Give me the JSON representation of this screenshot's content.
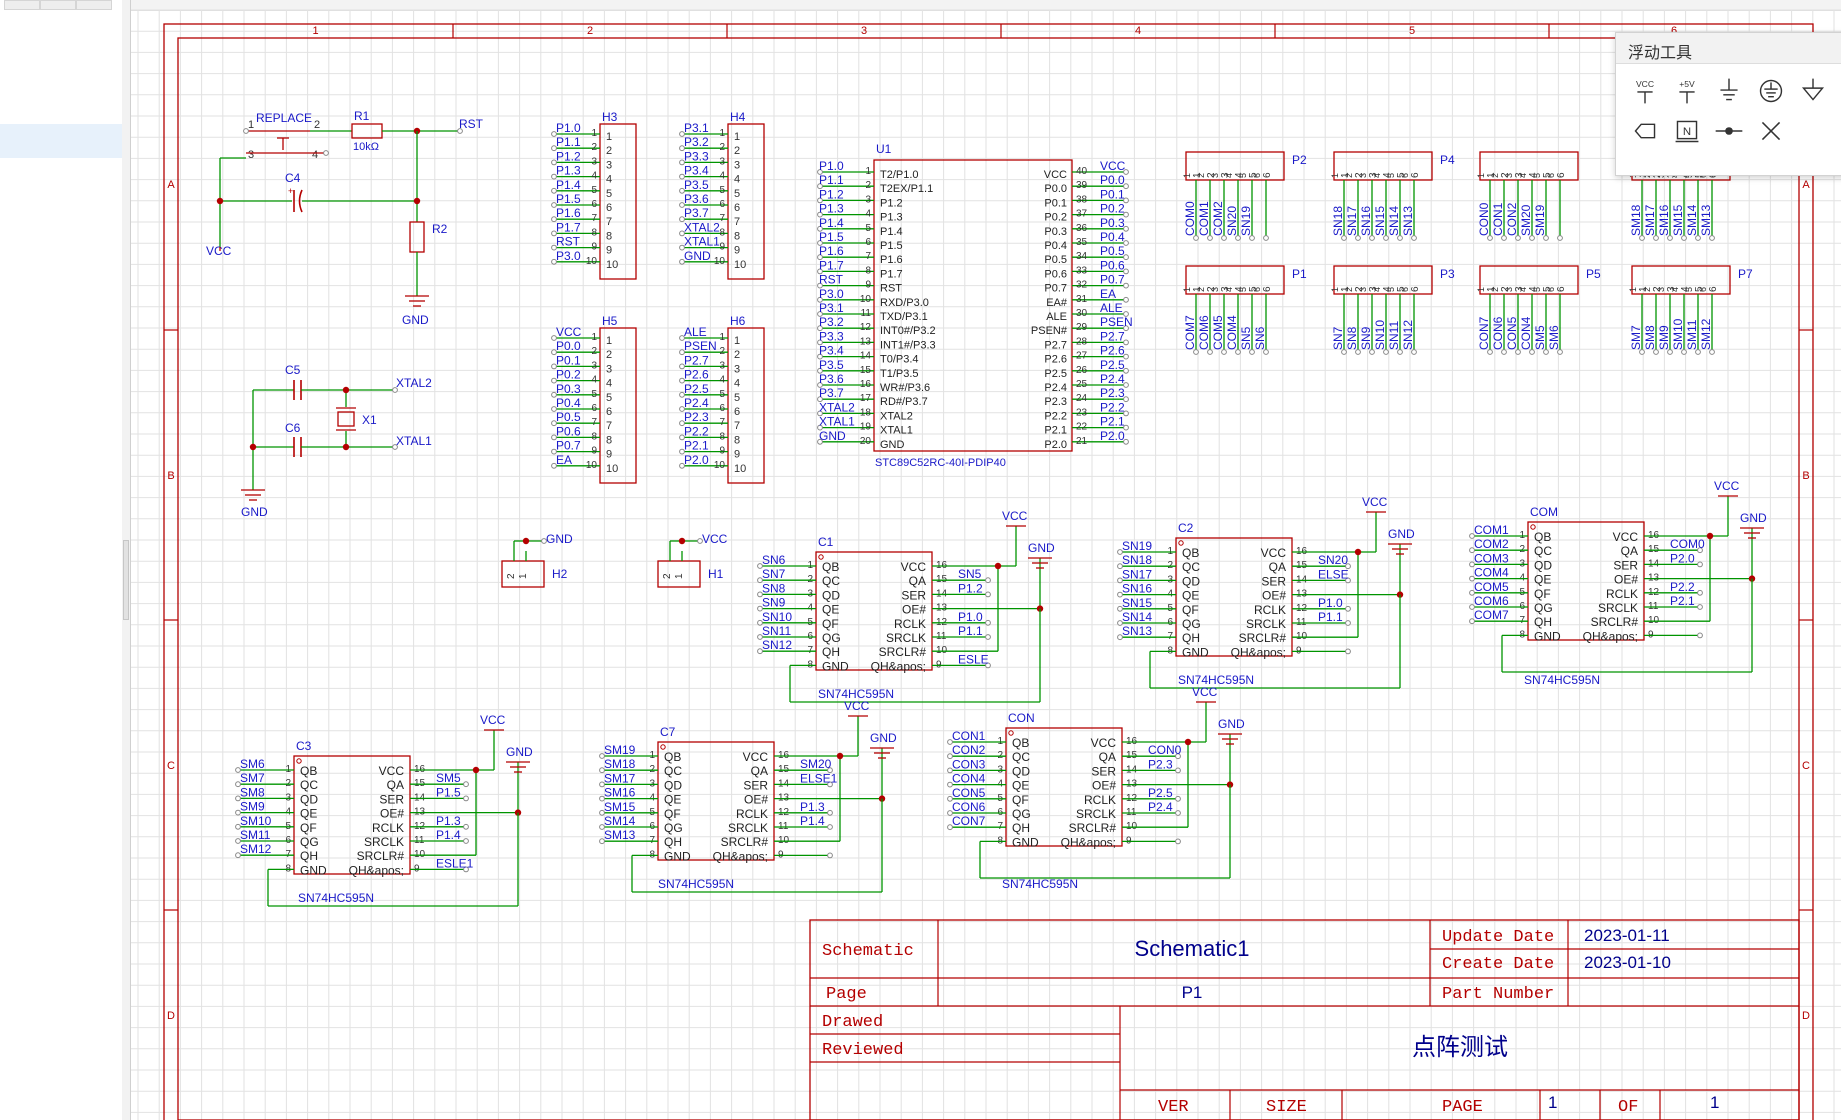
{
  "panel": {
    "title": "浮动工具",
    "restore_icon": "restore-icon",
    "close_icon": "close-icon",
    "tools": [
      {
        "icon": "vcc-icon",
        "label": "VCC"
      },
      {
        "icon": "plus5v-icon",
        "label": "+5V"
      },
      {
        "icon": "ground-icon",
        "label": ""
      },
      {
        "icon": "circle-ground-icon",
        "label": ""
      },
      {
        "icon": "earth-ground-icon",
        "label": ""
      },
      {
        "icon": "netport-right-icon",
        "label": ""
      },
      {
        "icon": "netport-bidir-icon",
        "label": ""
      },
      {
        "icon": "netport-left-icon",
        "label": ""
      },
      {
        "icon": "netlabel-icon",
        "label": "N"
      },
      {
        "icon": "junction-icon",
        "label": ""
      },
      {
        "icon": "no-connect-icon",
        "label": ""
      }
    ]
  },
  "frame": {
    "columns": [
      "1",
      "2",
      "3",
      "4",
      "5",
      "6"
    ],
    "rows": [
      "A",
      "B",
      "C",
      "D"
    ]
  },
  "titleblock": {
    "schematic_label": "Schematic",
    "schematic_value": "Schematic1",
    "update_label": "Update Date",
    "update_value": "2023-01-11",
    "create_label": "Create Date",
    "create_value": "2023-01-10",
    "page_label": "Page",
    "page_value": "P1",
    "partnum_label": "Part Number",
    "drawed_label": "Drawed",
    "reviewed_label": "Reviewed",
    "title": "点阵测试",
    "ver_label": "VER",
    "size_label": "SIZE",
    "pagebottom_label": "PAGE",
    "page_num": "1",
    "of_label": "OF",
    "of_num": "1"
  },
  "reset": {
    "button_ref": "REPLACE",
    "r1": "R1",
    "r1_value": "10kΩ",
    "rst": "RST",
    "c4": "C4",
    "r2": "R2",
    "vcc": "VCC",
    "gnd": "GND",
    "pin1": "1",
    "pin2": "2",
    "pin3": "3",
    "pin4": "4"
  },
  "crystal": {
    "c5": "C5",
    "c6": "C6",
    "x1": "X1",
    "xtal2": "XTAL2",
    "xtal1": "XTAL1",
    "gnd": "GND"
  },
  "headers": [
    {
      "ref": "H3",
      "nets": [
        "P1.0",
        "P1.1",
        "P1.2",
        "P1.3",
        "P1.4",
        "P1.5",
        "P1.6",
        "P1.7",
        "RST",
        "P3.0"
      ]
    },
    {
      "ref": "H4",
      "nets": [
        "P3.1",
        "P3.2",
        "P3.3",
        "P3.4",
        "P3.5",
        "P3.6",
        "P3.7",
        "XTAL2",
        "XTAL1",
        "GND"
      ]
    },
    {
      "ref": "H5",
      "nets": [
        "VCC",
        "P0.0",
        "P0.1",
        "P0.2",
        "P0.3",
        "P0.4",
        "P0.5",
        "P0.6",
        "P0.7",
        "EA"
      ]
    },
    {
      "ref": "H6",
      "nets": [
        "ALE",
        "PSEN",
        "P2.7",
        "P2.6",
        "P2.5",
        "P2.4",
        "P2.3",
        "P2.2",
        "P2.1",
        "P2.0"
      ]
    }
  ],
  "h2": {
    "ref": "H2",
    "net": "GND",
    "pin1": "1",
    "pin2": "2"
  },
  "h1": {
    "ref": "H1",
    "net": "VCC",
    "pin1": "1",
    "pin2": "2"
  },
  "mcu": {
    "ref": "U1",
    "part": "STC89C52RC-40I-PDIP40",
    "left_nets": [
      "P1.0",
      "P1.1",
      "P1.2",
      "P1.3",
      "P1.4",
      "P1.5",
      "P1.6",
      "P1.7",
      "RST",
      "P3.0",
      "P3.1",
      "P3.2",
      "P3.3",
      "P3.4",
      "P3.5",
      "P3.6",
      "P3.7",
      "XTAL2",
      "XTAL1",
      "GND"
    ],
    "left_pins": [
      "T2/P1.0",
      "T2EX/P1.1",
      "P1.2",
      "P1.3",
      "P1.4",
      "P1.5",
      "P1.6",
      "P1.7",
      "RST",
      "RXD/P3.0",
      "TXD/P3.1",
      "INT0#/P3.2",
      "INT1#/P3.3",
      "T0/P3.4",
      "T1/P3.5",
      "WR#/P3.6",
      "RD#/P3.7",
      "XTAL2",
      "XTAL1",
      "GND"
    ],
    "left_nums": [
      "1",
      "2",
      "3",
      "4",
      "5",
      "6",
      "7",
      "8",
      "9",
      "10",
      "11",
      "12",
      "13",
      "14",
      "15",
      "16",
      "17",
      "18",
      "19",
      "20"
    ],
    "right_pins": [
      "VCC",
      "P0.0",
      "P0.1",
      "P0.2",
      "P0.3",
      "P0.4",
      "P0.5",
      "P0.6",
      "P0.7",
      "EA#",
      "ALE",
      "PSEN#",
      "P2.7",
      "P2.6",
      "P2.5",
      "P2.4",
      "P2.3",
      "P2.2",
      "P2.1",
      "P2.0"
    ],
    "right_nums": [
      "40",
      "39",
      "38",
      "37",
      "36",
      "35",
      "34",
      "33",
      "32",
      "31",
      "30",
      "29",
      "28",
      "27",
      "26",
      "25",
      "24",
      "23",
      "22",
      "21"
    ],
    "right_nets": [
      "VCC",
      "P0.0",
      "P0.1",
      "P0.2",
      "P0.3",
      "P0.4",
      "P0.5",
      "P0.6",
      "P0.7",
      "EA",
      "ALE",
      "PSEN",
      "P2.7",
      "P2.6",
      "P2.5",
      "P2.4",
      "P2.3",
      "P2.2",
      "P2.1",
      "P2.0"
    ]
  },
  "connectors": [
    {
      "ref": "P2",
      "nets": [
        "COM0",
        "COM1",
        "COM2",
        "SN20",
        "SN19",
        ""
      ]
    },
    {
      "ref": "P4",
      "nets": [
        "SN18",
        "SN17",
        "SN16",
        "SN15",
        "SN14",
        "SN13"
      ]
    },
    {
      "ref": "",
      "nets": [
        "CON0",
        "CON1",
        "CON2",
        "SM20",
        "SM19",
        ""
      ]
    },
    {
      "ref": "",
      "nets": [
        "SM18",
        "SM17",
        "SM16",
        "SM15",
        "SM14",
        "SM13"
      ]
    },
    {
      "ref": "P1",
      "nets": [
        "COM7",
        "COM6",
        "COM5",
        "COM4",
        "SN5",
        "SN6"
      ]
    },
    {
      "ref": "P3",
      "nets": [
        "SN7",
        "SN8",
        "SN9",
        "SN10",
        "SN11",
        "SN12"
      ]
    },
    {
      "ref": "P5",
      "nets": [
        "CON7",
        "CON6",
        "CON5",
        "CON4",
        "SM5",
        "SM6"
      ]
    },
    {
      "ref": "P7",
      "nets": [
        "SM7",
        "SM8",
        "SM9",
        "SM10",
        "SM11",
        "SM12"
      ]
    }
  ],
  "connector_pins": [
    "1",
    "2",
    "3",
    "4",
    "5",
    "6"
  ],
  "shift_regs": [
    {
      "ref": "C1",
      "left_nets": [
        "SN6",
        "SN7",
        "SN8",
        "SN9",
        "SN10",
        "SN11",
        "SN12",
        ""
      ],
      "right_nets": [
        "VCC",
        "SN5",
        "P1.2",
        "",
        "P1.0",
        "P1.1",
        "",
        "ESLE"
      ],
      "vcc": "VCC",
      "gnd": "GND"
    },
    {
      "ref": "C2",
      "left_nets": [
        "SN19",
        "SN18",
        "SN17",
        "SN16",
        "SN15",
        "SN14",
        "SN13",
        ""
      ],
      "right_nets": [
        "VCC",
        "SN20",
        "ELSE",
        "",
        "P1.0",
        "P1.1",
        "",
        ""
      ],
      "vcc": "VCC",
      "gnd": "GND"
    },
    {
      "ref": "COM",
      "left_nets": [
        "COM1",
        "COM2",
        "COM3",
        "COM4",
        "COM5",
        "COM6",
        "COM7",
        ""
      ],
      "right_nets": [
        "VCC",
        "COM0",
        "P2.0",
        "",
        "P2.2",
        "P2.1",
        "",
        ""
      ],
      "vcc": "VCC",
      "gnd": "GND"
    },
    {
      "ref": "C3",
      "left_nets": [
        "SM6",
        "SM7",
        "SM8",
        "SM9",
        "SM10",
        "SM11",
        "SM12",
        ""
      ],
      "right_nets": [
        "VCC",
        "SM5",
        "P1.5",
        "",
        "P1.3",
        "P1.4",
        "",
        "ESLE1"
      ],
      "vcc": "VCC",
      "gnd": "GND"
    },
    {
      "ref": "C7",
      "left_nets": [
        "SM19",
        "SM18",
        "SM17",
        "SM16",
        "SM15",
        "SM14",
        "SM13",
        ""
      ],
      "right_nets": [
        "VCC",
        "SM20",
        "ELSE1",
        "",
        "P1.3",
        "P1.4",
        "",
        ""
      ],
      "vcc": "VCC",
      "gnd": "GND"
    },
    {
      "ref": "CON",
      "left_nets": [
        "CON1",
        "CON2",
        "CON3",
        "CON4",
        "CON5",
        "CON6",
        "CON7",
        ""
      ],
      "right_nets": [
        "VCC",
        "CON0",
        "P2.3",
        "",
        "P2.5",
        "P2.4",
        "",
        ""
      ],
      "vcc": "VCC",
      "gnd": "GND"
    }
  ],
  "sr_part": "SN74HC595N",
  "sr_left_pins": [
    "QB",
    "QC",
    "QD",
    "QE",
    "QF",
    "QG",
    "QH",
    "GND"
  ],
  "sr_right_pins": [
    "VCC",
    "QA",
    "SER",
    "OE#",
    "RCLK",
    "SRCLK",
    "SRCLR#",
    "QH&apos;"
  ],
  "sr_left_nums": [
    "1",
    "2",
    "3",
    "4",
    "5",
    "6",
    "7",
    "8"
  ],
  "sr_right_nums": [
    "16",
    "15",
    "14",
    "13",
    "12",
    "11",
    "10",
    "9"
  ],
  "colors": {
    "wire": "#009400",
    "symbol": "#b40000",
    "net": "#1919c8",
    "frame": "#b40000",
    "grid": "#e2e2e2",
    "pin": "#b40000",
    "title_text": "#00008b"
  }
}
